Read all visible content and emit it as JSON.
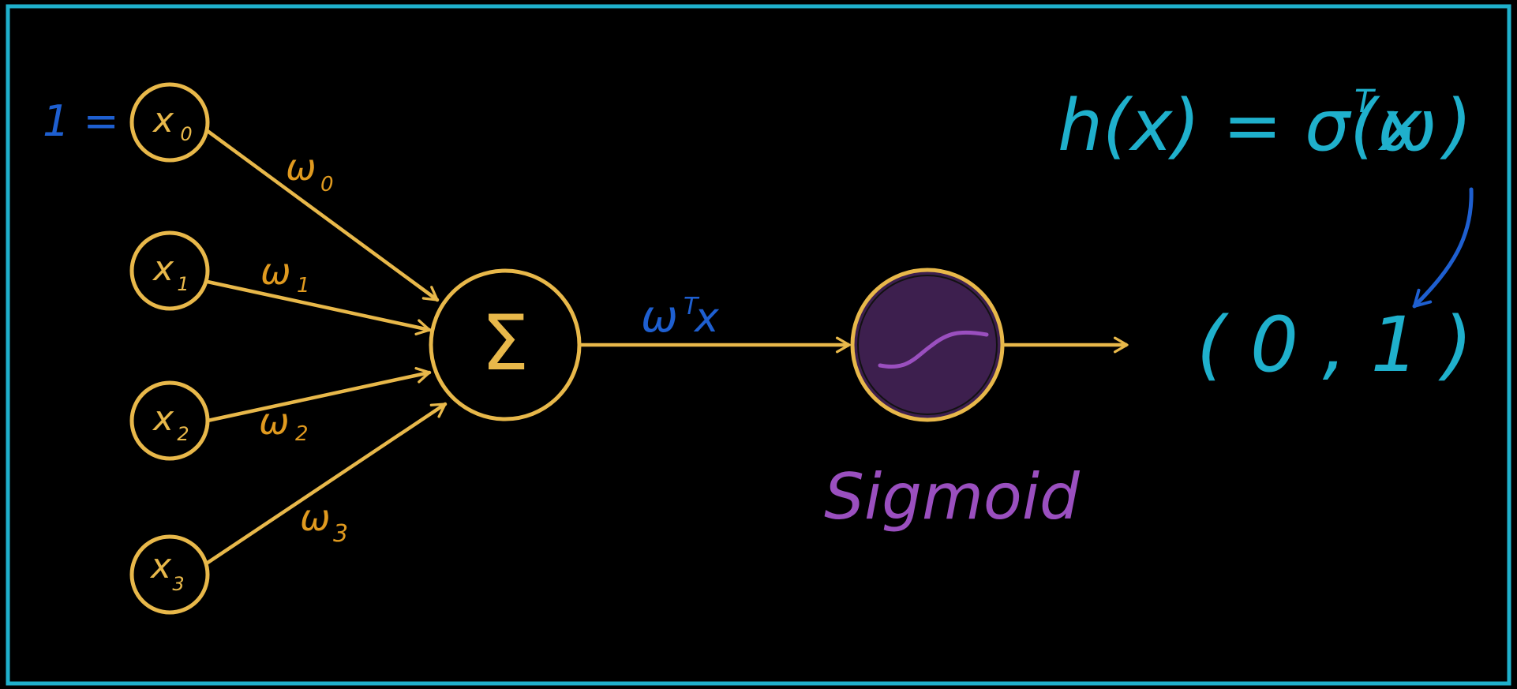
{
  "colors": {
    "background": "#000000",
    "frame": "#1fb0cc",
    "node": "#e8b84a",
    "weight": "#e09a1f",
    "bias_one": "#1e5fd0",
    "wx_label": "#1e5fd0",
    "formula": "#1fb0cc",
    "range": "#1fb0cc",
    "sigmoid_fill": "#3d1f4e",
    "sigmoid_curve": "#9a4fbf",
    "sigmoid_label": "#9a4fbf",
    "curved_arrow": "#1e5fd0"
  },
  "inputs": [
    {
      "base": "x",
      "sub": "0"
    },
    {
      "base": "x",
      "sub": "1"
    },
    {
      "base": "x",
      "sub": "2"
    },
    {
      "base": "x",
      "sub": "3"
    }
  ],
  "weights": [
    {
      "base": "ω",
      "sub": "0"
    },
    {
      "base": "ω",
      "sub": "1"
    },
    {
      "base": "ω",
      "sub": "2"
    },
    {
      "base": "ω",
      "sub": "3"
    }
  ],
  "bias_label": "1 =",
  "sum_symbol": "Σ",
  "wx_label": {
    "base": "ω",
    "sup": "T",
    "tail": "x"
  },
  "sigmoid_label": "Sigmoid",
  "formula": {
    "lhs": "h(x) = σ(ω",
    "sup": "T",
    "rhs": "x )"
  },
  "output_range": "( 0 , 1 )",
  "icons": [
    "sum-icon",
    "sigmoid-curve-icon",
    "curved-arrow-icon"
  ]
}
